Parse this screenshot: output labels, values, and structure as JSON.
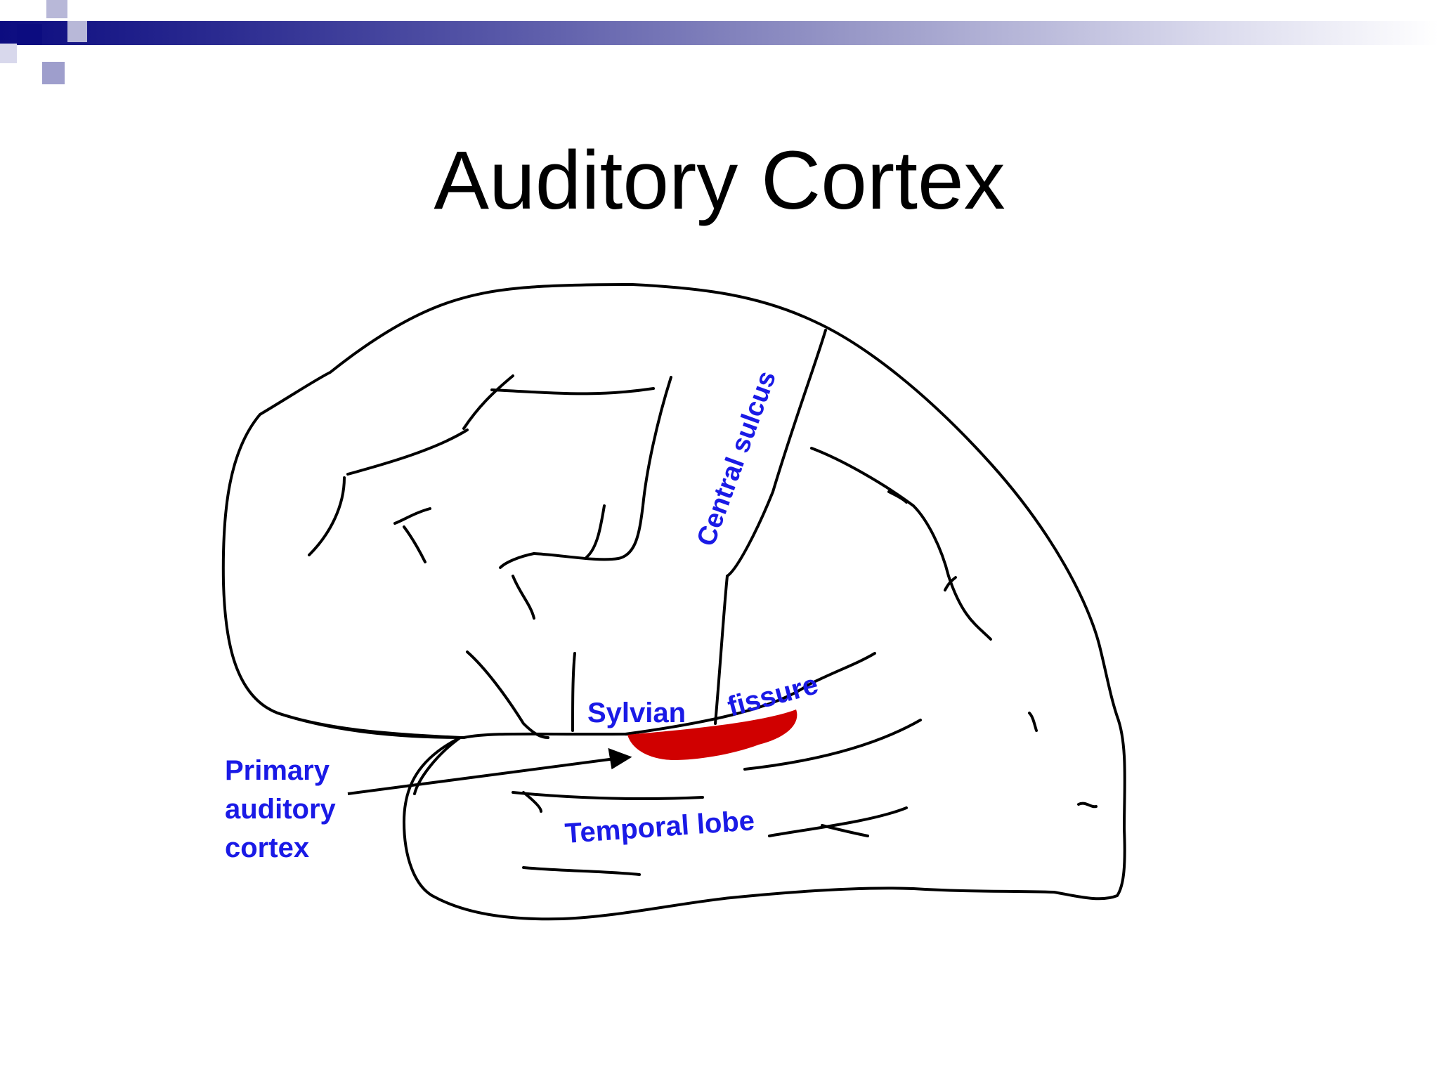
{
  "slide": {
    "title": "Auditory Cortex"
  },
  "labels": {
    "central_sulcus": "Central sulcus",
    "sylvian": "Sylvian",
    "fissure": "fissure",
    "primary_line1": "Primary",
    "primary_line2": "auditory",
    "primary_line3": "cortex",
    "temporal_lobe": "Temporal lobe"
  },
  "colors": {
    "label_blue": "#1a1ae6",
    "highlight_red": "#d00000",
    "band_dark": "#0c0c80",
    "outline": "#000000"
  }
}
